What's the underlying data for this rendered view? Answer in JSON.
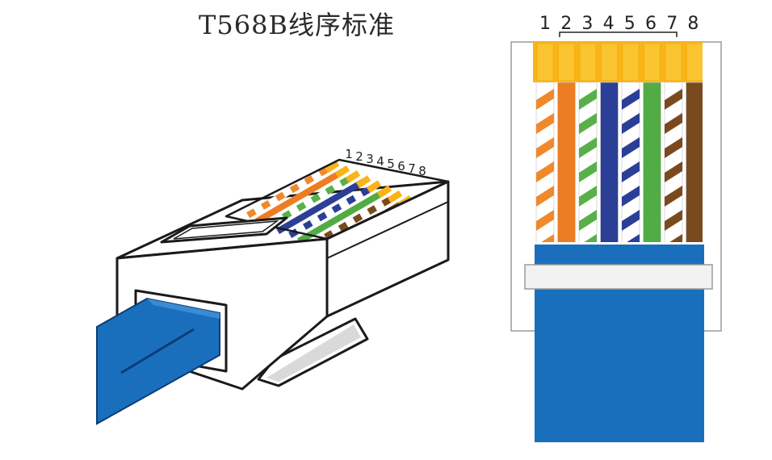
{
  "title": "T568B线序标准",
  "pin_numbers": [
    "1",
    "2",
    "3",
    "4",
    "5",
    "6",
    "7",
    "8"
  ],
  "wires": [
    {
      "pin": 1,
      "base": "#ffffff",
      "stripe": "#f0892a",
      "solid": false
    },
    {
      "pin": 2,
      "base": "#ec7d22",
      "stripe": null,
      "solid": true
    },
    {
      "pin": 3,
      "base": "#ffffff",
      "stripe": "#59b04a",
      "solid": false
    },
    {
      "pin": 4,
      "base": "#2b3f96",
      "stripe": null,
      "solid": true
    },
    {
      "pin": 5,
      "base": "#ffffff",
      "stripe": "#2b3f96",
      "solid": false
    },
    {
      "pin": 6,
      "base": "#52ac45",
      "stripe": null,
      "solid": true
    },
    {
      "pin": 7,
      "base": "#ffffff",
      "stripe": "#7a4a1f",
      "solid": false
    },
    {
      "pin": 8,
      "base": "#7a4a1f",
      "stripe": null,
      "solid": true
    }
  ],
  "colors": {
    "contact_gold": "#f9b417",
    "cable_blue": "#1a6fbd",
    "cable_dark": "#0f4d8c",
    "outline": "#1a1a1a"
  }
}
